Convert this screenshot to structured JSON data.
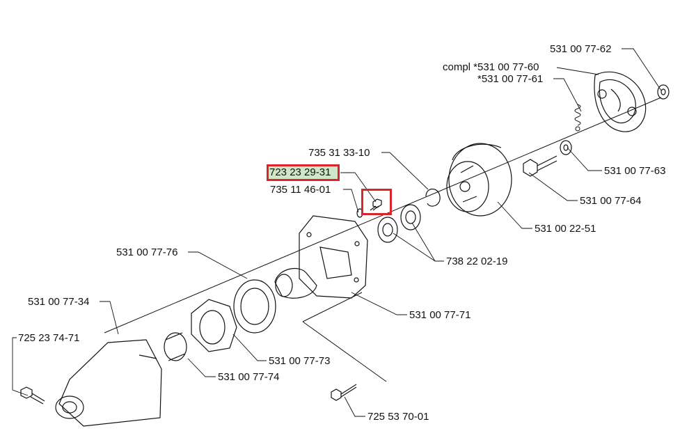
{
  "highlight": {
    "part_number": "723 23 29-31",
    "accent_color": "#d8262c",
    "fill_color": "#cfe6c9"
  },
  "labels": {
    "p_62": "531 00 77-62",
    "p_60": "compl *531 00 77-60",
    "p_61": "*531 00 77-61",
    "p_63": "531 00 77-63",
    "p_64": "531 00 77-64",
    "p_2251": "531 00 22-51",
    "p_3310": "735 31 33-10",
    "p_1146": "735 11 46-01",
    "p_0219": "738 22 02-19",
    "p_76": "531 00 77-76",
    "p_71": "531 00 77-71",
    "p_34": "531 00 77-34",
    "p_7471": "725 23 74-71",
    "p_73": "531 00 77-73",
    "p_74": "531 00 77-74",
    "p_7001": "725 53 70-01"
  }
}
